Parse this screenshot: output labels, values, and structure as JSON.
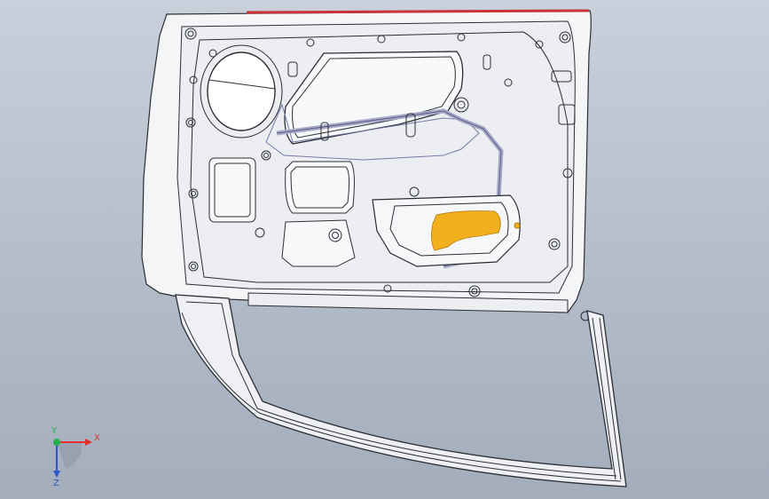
{
  "viewport": {
    "background_top": "#c9d0db",
    "background_bottom": "#a3adbc"
  },
  "model": {
    "line_color": "#2b2e33",
    "panel_fill": "#f4f5f7",
    "accent_top_edge": "#c8343a",
    "highlight_part": "#f2b01f",
    "channel_fill": "#a9a8c8"
  },
  "triad": {
    "x_label": "X",
    "y_label": "Y",
    "z_label": "Z",
    "x_color": "#e0312c",
    "y_color": "#22b24c",
    "z_color": "#2f55c8"
  }
}
